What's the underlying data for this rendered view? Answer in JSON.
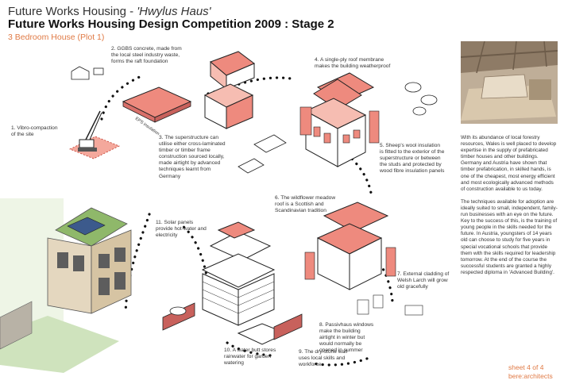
{
  "header": {
    "line1_prefix": "Future Works Housing - ",
    "line1_italic": "'Hwylus Haus'",
    "title": "Future Works Housing Design Competition 2009 : Stage 2",
    "subtitle": "3 Bedroom House (Plot 1)"
  },
  "steps": [
    {
      "n": "1",
      "text": "1. Vibro-compaction\nof the site"
    },
    {
      "n": "2",
      "text": "2. GGBS concrete, made from\nthe local steel industry waste,\nforms the raft foundation"
    },
    {
      "n": "3",
      "text": "3. The superstructure can\nutilise either cross-laminated\ntimber or timber frame\nconstruction sourced locally,\nmade airtight by advanced\ntechniques learnt from\nGermany"
    },
    {
      "n": "4",
      "text": "4. A single-ply roof membrane\nmakes the building weatherproof"
    },
    {
      "n": "5",
      "text": "5. Sheep's wool insulation\nis fitted to the exterior of the\nsuperstructure or between\nthe studs and protected by\nwood fibre insulation panels"
    },
    {
      "n": "6",
      "text": "6. The wildflower meadow\nroof is a Scottish and\nScandinavian tradition"
    },
    {
      "n": "7",
      "text": "7. External cladding of\nWelsh Larch will grow\nold gracefully"
    },
    {
      "n": "8",
      "text": "8. Passivhaus windows\nmake the building\nairtight in winter but\nwould normally be\nopened in summer"
    },
    {
      "n": "9",
      "text": "9. The dry-stone wall\nuses local skills and\nworkforce"
    },
    {
      "n": "10",
      "text": "10. A water butt stores\nrainwater for garden\nwatering"
    },
    {
      "n": "11",
      "text": "11. Solar panels\nprovide hot-water and\nelectricity"
    }
  ],
  "diagram_tag": "EPS insulation",
  "side_paragraphs": [
    "With its abundance of local forestry resources, Wales is well placed to develop expertise in the supply of prefabricated timber houses and other buildings. Germany and Austria have shown that timber prefabrication, in skilled hands, is one of the cheapest, most energy efficient and most ecologically advanced methods of construction available to us today.",
    "The techniques available for adoption are ideally suited to small, independent, family-run businesses with an eye on the future. Key to the success of this, is the training of young people in the skills needed for the future. In Austria, youngsters of 14 years old can choose to study for five years in special vocational schools that provide them with the skills required for leadership tomorrow. At the end of the course the successful students are granted a highly respected diploma in 'Advanced Building'."
  ],
  "footer": {
    "sheet": "sheet 4 of 4",
    "firm": "bere:architects"
  },
  "colors": {
    "accent": "#e07a45",
    "salmon": "#ee8a7e",
    "salmon_light": "#f6bdb2",
    "line": "#222222"
  }
}
